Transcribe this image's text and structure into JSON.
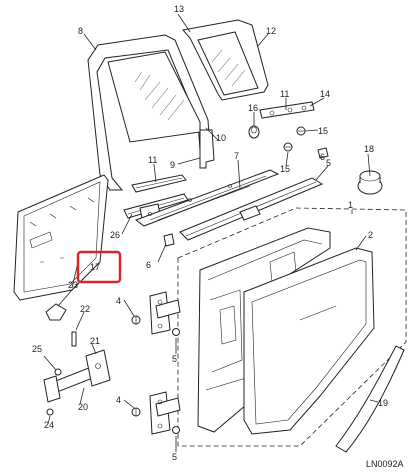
{
  "diagram": {
    "code": "LN0092A",
    "highlight_color": "#d9262c",
    "ink_color": "#222222",
    "callouts": {
      "c1": "1",
      "c2": "2",
      "c3": "3",
      "c4a": "4",
      "c4b": "4",
      "c5a": "5",
      "c5b": "5",
      "c5c": "5",
      "c6a": "6",
      "c6b": "6",
      "c7": "7",
      "c8": "8",
      "c9": "9",
      "c10": "10",
      "c11": "11",
      "c12": "12",
      "c13": "13",
      "c14": "14",
      "c15a": "15",
      "c15b": "15",
      "c16": "16",
      "c17": "17",
      "c18": "18",
      "c19": "19",
      "c20": "20",
      "c21": "21",
      "c22": "22",
      "c23": "23",
      "c24": "24",
      "c25": "25",
      "c26": "26"
    }
  }
}
